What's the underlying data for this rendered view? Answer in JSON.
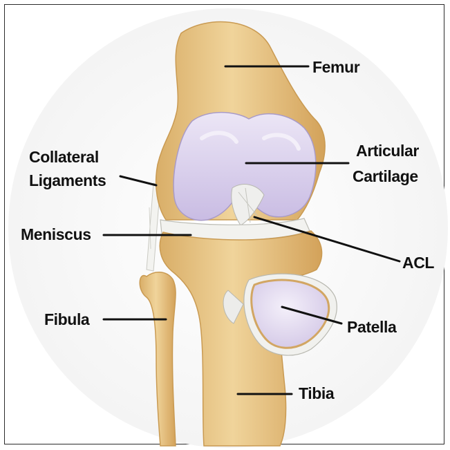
{
  "labels": {
    "femur": "Femur",
    "articular_cartilage_1": "Articular",
    "articular_cartilage_2": "Cartilage",
    "collateral_ligaments_1": "Collateral",
    "collateral_ligaments_2": "Ligaments",
    "meniscus": "Meniscus",
    "acl": "ACL",
    "fibula": "Fibula",
    "patella": "Patella",
    "tibia": "Tibia"
  },
  "colors": {
    "bone": "#e6c589",
    "bone_shadow": "#c99a52",
    "cartilage": "#d8ccec",
    "cartilage_highlight": "#f1ecf8",
    "ligament": "#f1f1ee",
    "leader_line": "#111111"
  }
}
